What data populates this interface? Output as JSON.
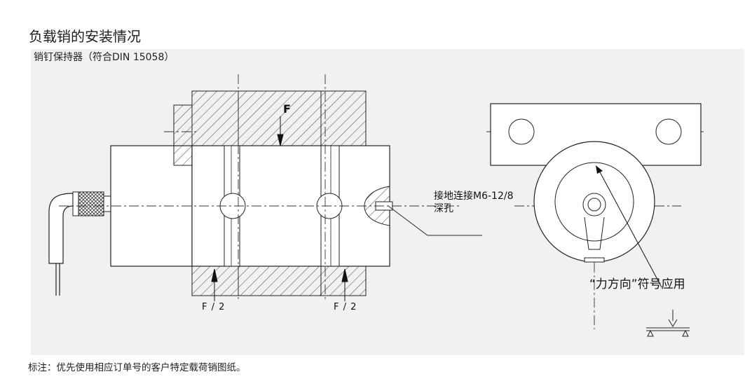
{
  "page": {
    "title": "负载销的安装情况",
    "subtitle": "销钉保持器（符合DIN 15058）",
    "note": "标注：优先使用相应订单号的客户特定载荷销图纸。"
  },
  "diagram": {
    "force_label": "F",
    "half_force_left": "F / 2",
    "half_force_right": "F / 2",
    "ground_connection": "接地连接M6-12/8深孔",
    "force_direction_symbol": "“力方向”符号应用"
  }
}
